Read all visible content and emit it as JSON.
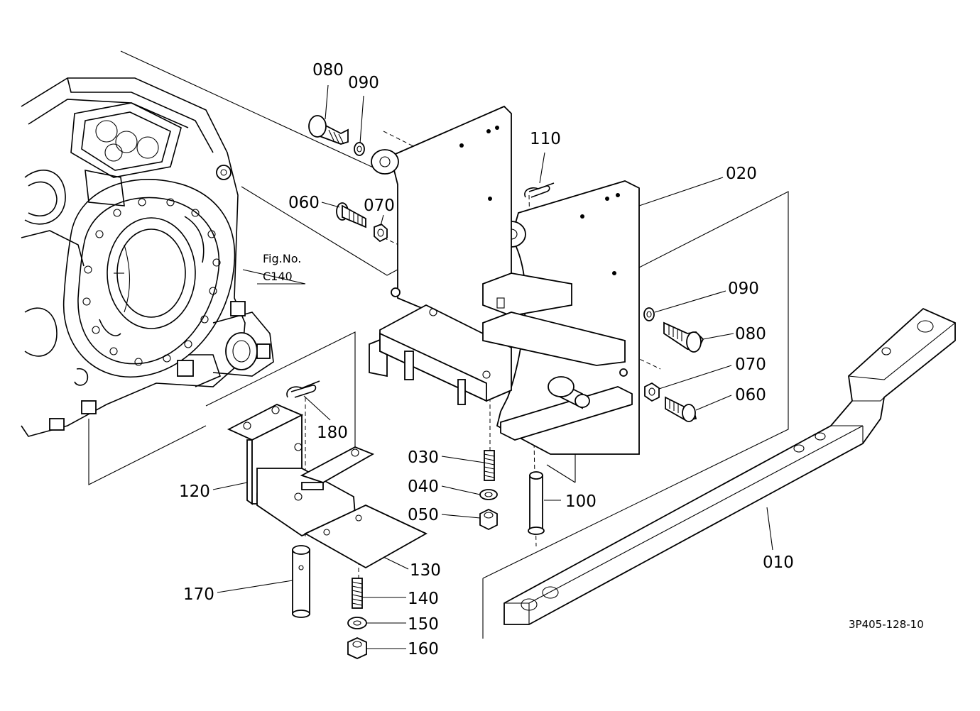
{
  "figure_ref": {
    "line1": "Fig.No.",
    "line2": "C140"
  },
  "drawing_code": "3P405-128-10",
  "parts": [
    {
      "id": "p080a",
      "label": "080"
    },
    {
      "id": "p090a",
      "label": "090"
    },
    {
      "id": "p110",
      "label": "110"
    },
    {
      "id": "p020",
      "label": "020"
    },
    {
      "id": "p060a",
      "label": "060"
    },
    {
      "id": "p070a",
      "label": "070"
    },
    {
      "id": "p090b",
      "label": "090"
    },
    {
      "id": "p080b",
      "label": "080"
    },
    {
      "id": "p070b",
      "label": "070"
    },
    {
      "id": "p060b",
      "label": "060"
    },
    {
      "id": "p180",
      "label": "180"
    },
    {
      "id": "p030",
      "label": "030"
    },
    {
      "id": "p040",
      "label": "040"
    },
    {
      "id": "p050",
      "label": "050"
    },
    {
      "id": "p120",
      "label": "120"
    },
    {
      "id": "p100",
      "label": "100"
    },
    {
      "id": "p010",
      "label": "010"
    },
    {
      "id": "p130",
      "label": "130"
    },
    {
      "id": "p170",
      "label": "170"
    },
    {
      "id": "p140",
      "label": "140"
    },
    {
      "id": "p150",
      "label": "150"
    },
    {
      "id": "p160",
      "label": "160"
    }
  ]
}
